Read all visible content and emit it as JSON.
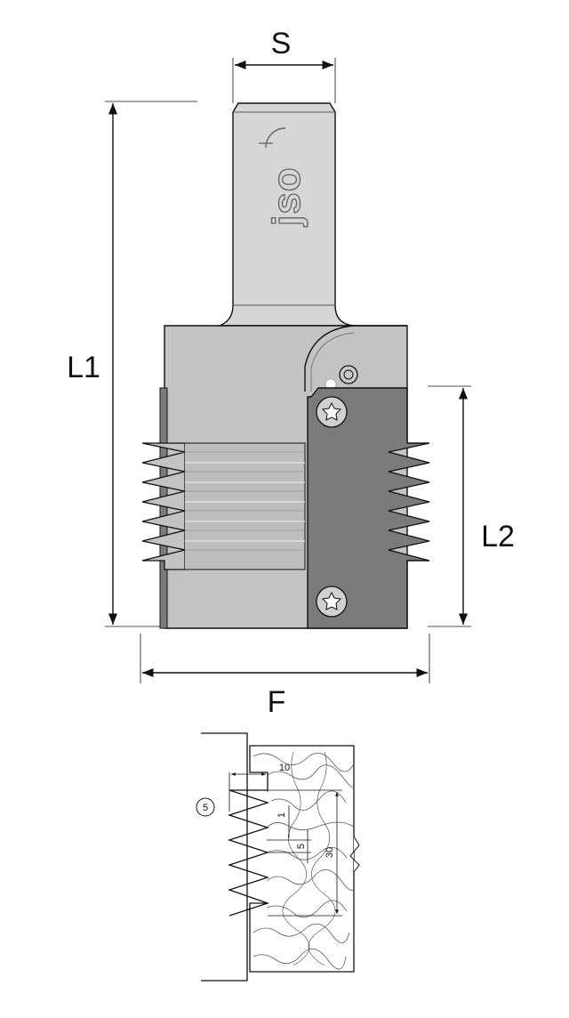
{
  "labels": {
    "shank_diameter": "S",
    "overall_length": "L1",
    "cutting_length": "L2",
    "cutting_width": "F"
  },
  "logo": {
    "text": "jso",
    "icon": "jso-logo-icon"
  },
  "profile_detail": {
    "number_badge": "5",
    "dim_depth": "10",
    "dim_tip": "1",
    "dim_pitch": "5",
    "dim_height": "30"
  },
  "colors": {
    "shank": "#d4d4d4",
    "body": "#c2c2c2",
    "blade": "#7b7b7b",
    "outline": "#111111",
    "wood_grain": "#555555"
  }
}
